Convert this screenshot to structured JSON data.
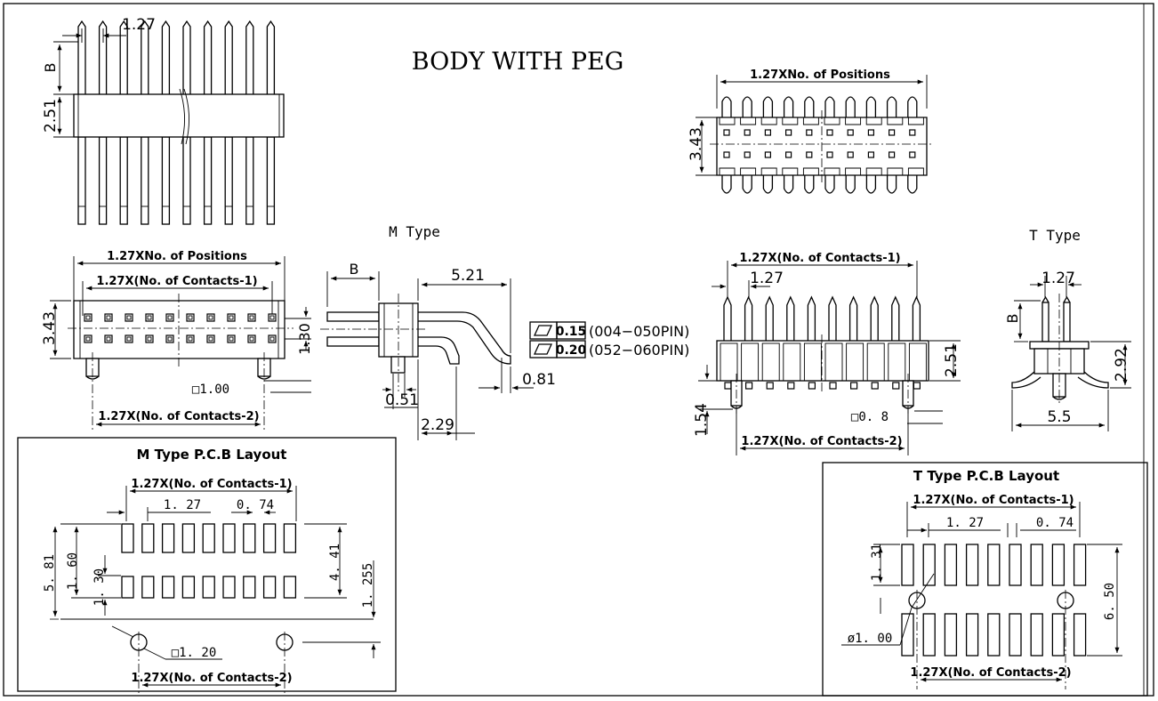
{
  "title": "BODY WITH PEG",
  "top_left": {
    "pitch": "1.27",
    "b": "B",
    "height": "2.51"
  },
  "top_right": {
    "span": "1.27XNo. of Positions",
    "height": "3.43"
  },
  "mid_left": {
    "positions": "1.27XNo. of Positions",
    "contacts_1": "1.27X(No. of Contacts-1)",
    "height": "3.43",
    "row_pitch": "1.30",
    "peg_sq": "□1.00",
    "contacts_2": "1.27X(No. of Contacts-2)"
  },
  "m_type": {
    "title": "M Type",
    "b": "B",
    "len": "5.21",
    "d1": "0.51",
    "d2": "2.29",
    "d3": "0.81",
    "tol1_sym": "⏥",
    "tol1_val": "0.15",
    "tol1_range": "(004−050PIN)",
    "tol2_sym": "⏥",
    "tol2_val": "0.20",
    "tol2_range": "(052−060PIN)"
  },
  "mid_right": {
    "contacts_1": "1.27X(No. of Contacts-1)",
    "pitch": "1.27",
    "height": "2.51",
    "tail": "1.54",
    "peg_sq": "□0. 8",
    "contacts_2": "1.27X(No. of Contacts-2)"
  },
  "t_type": {
    "title": "T Type",
    "pitch": "1.27",
    "b": "B",
    "height": "2.92",
    "width": "5.5"
  },
  "m_pcb": {
    "title": "M Type P.C.B Layout",
    "contacts_1": "1.27X(No. of Contacts-1)",
    "pitch": "1. 27",
    "pad_w": "0. 74",
    "h1": "5. 81",
    "h2": "1. 60",
    "h3": "1. 30",
    "h4": "4. 41",
    "h5": "1. 255",
    "hole": "□1. 20",
    "contacts_2": "1.27X(No. of Contacts-2)"
  },
  "t_pcb": {
    "title": "T Type P.C.B Layout",
    "contacts_1": "1.27X(No. of Contacts-1)",
    "pitch": "1. 27",
    "pad_w": "0. 74",
    "h1": "1. 31",
    "h2": "6. 50",
    "hole": "ø1. 00",
    "contacts_2": "1.27X(No. of Contacts-2)"
  }
}
